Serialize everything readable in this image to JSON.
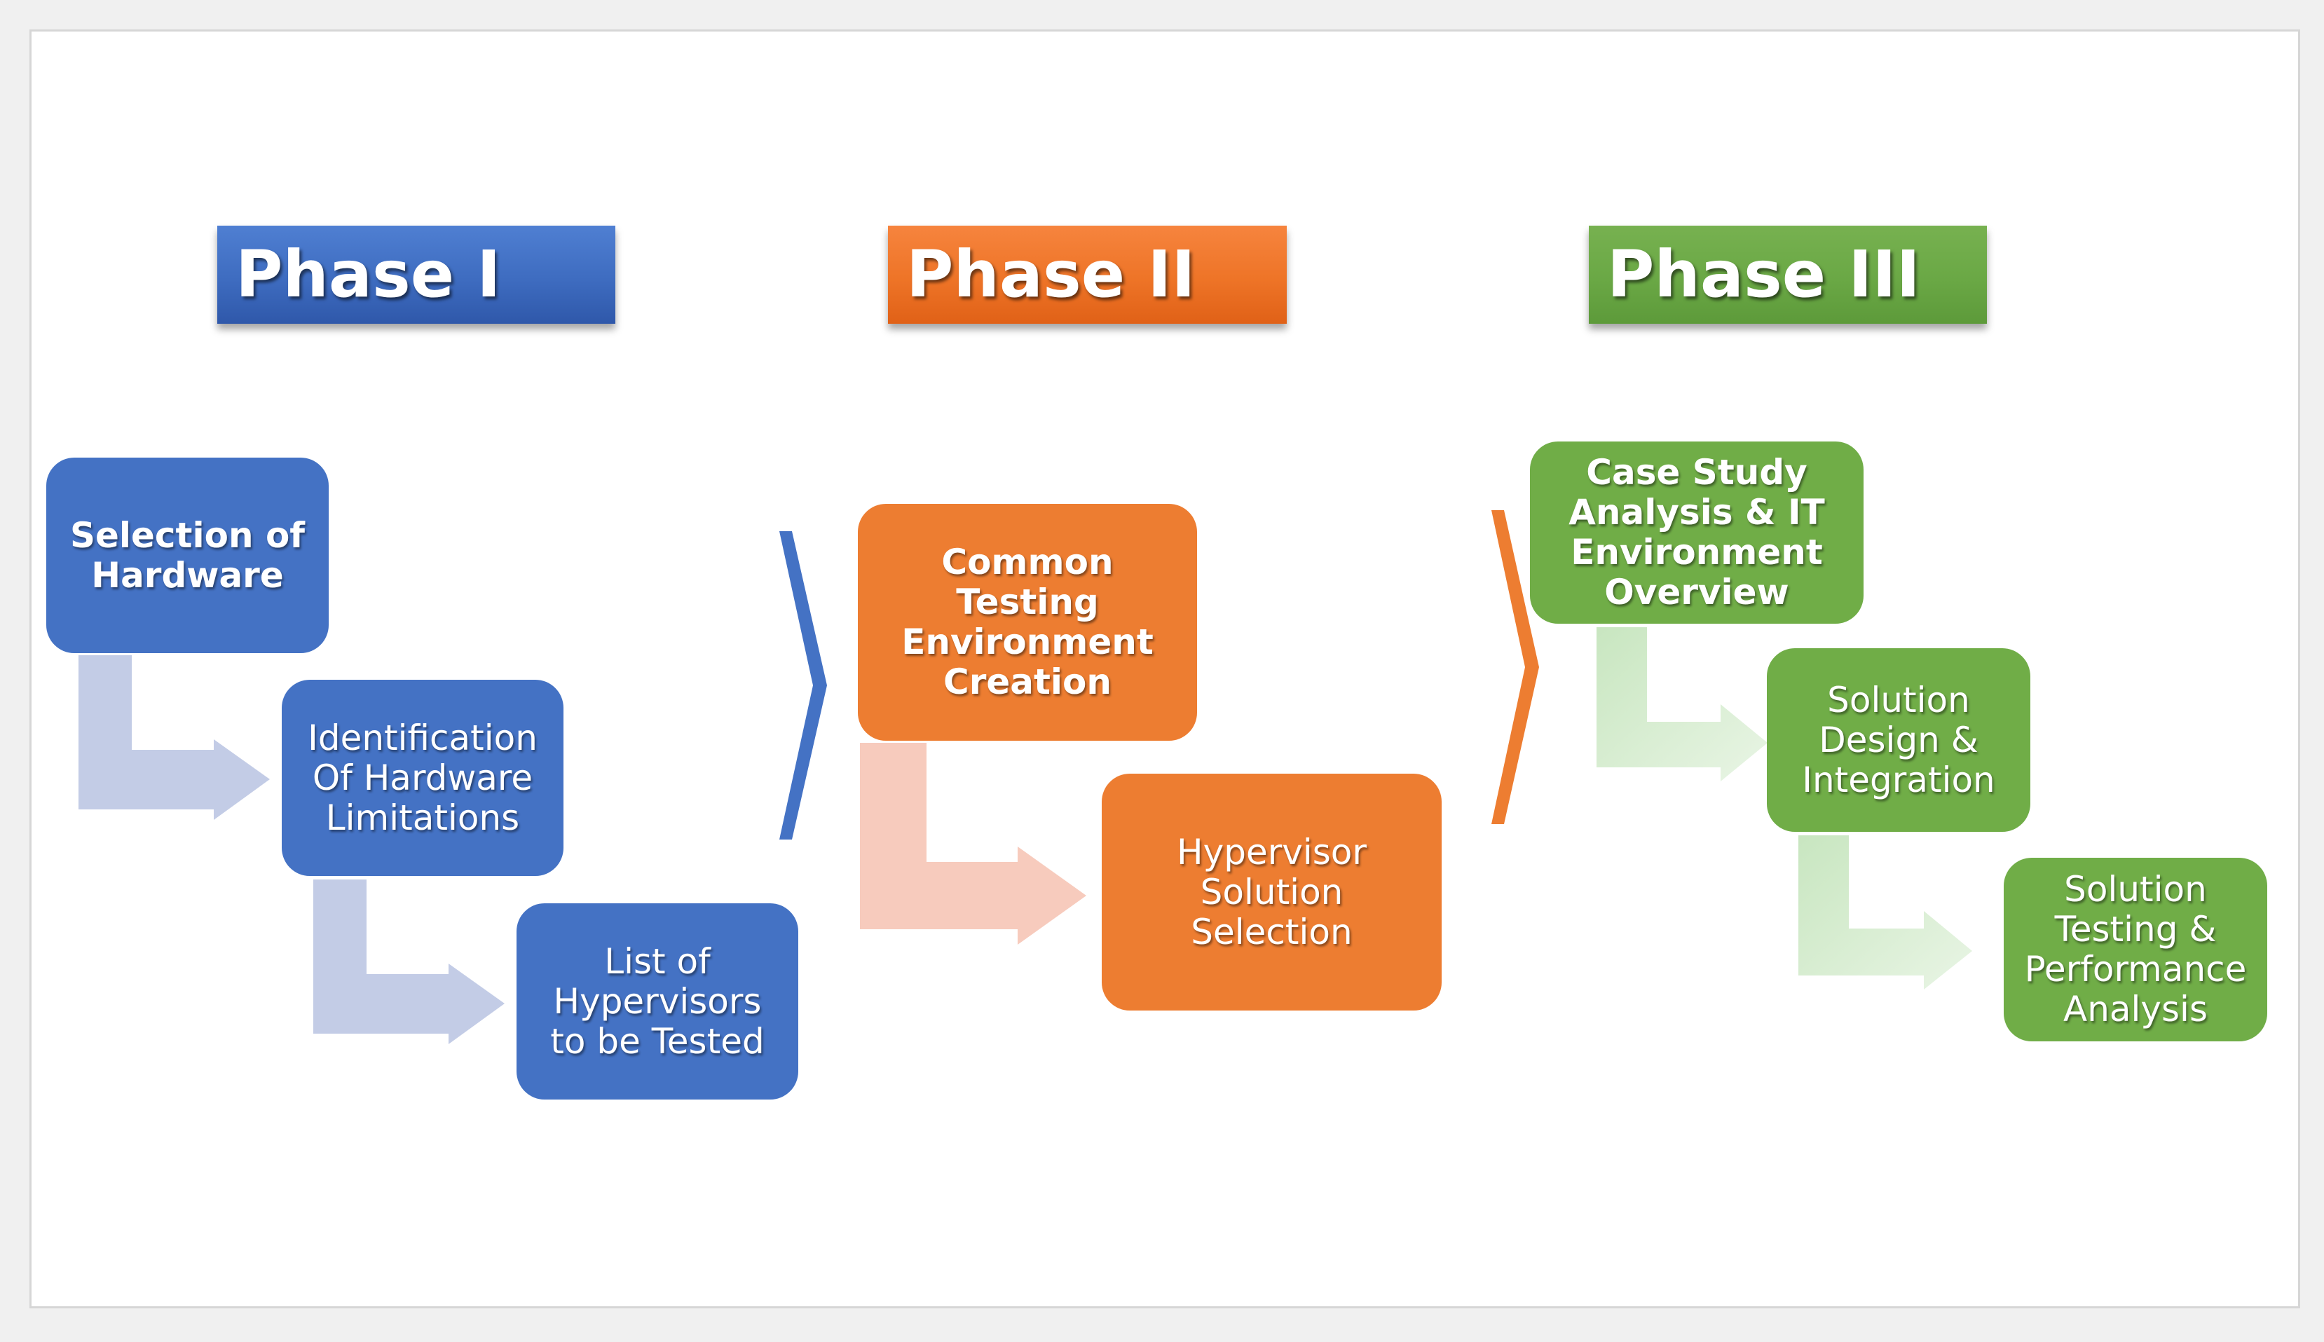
{
  "phases": [
    {
      "title": "Phase I",
      "color": "#4472c4",
      "steps": [
        "Selection of\nHardware",
        "Identification\nOf Hardware\nLimitations",
        "List of\nHypervisors\nto be Tested"
      ]
    },
    {
      "title": "Phase II",
      "color": "#ed7d31",
      "steps": [
        "Common Testing\nEnvironment\nCreation",
        "Hypervisor\nSolution\nSelection"
      ]
    },
    {
      "title": "Phase III",
      "color": "#70ad47",
      "steps": [
        "Case Study\nAnalysis & IT\nEnvironment\nOverview",
        "Solution\nDesign &\nIntegration",
        "Solution\nTesting &\nPerformance\nAnalysis"
      ]
    }
  ],
  "colors": {
    "blue_light": "#c3cce6",
    "orange_light": "#f7cbbd",
    "green_light_start": "#c8e6c0",
    "green_light_end": "#e9f5e5"
  }
}
